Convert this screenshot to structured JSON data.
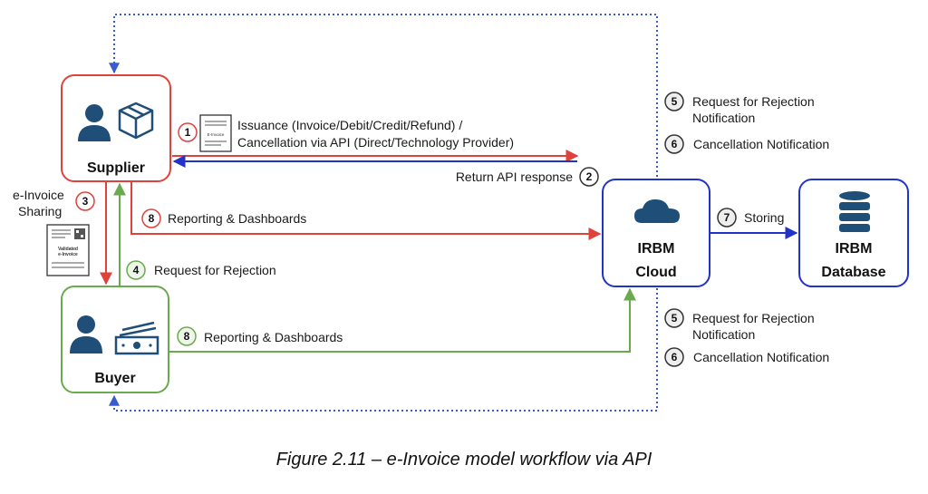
{
  "nodes": {
    "supplier": "Supplier",
    "buyer": "Buyer",
    "irbm_cloud": [
      "IRBM",
      "Cloud"
    ],
    "irbm_database": [
      "IRBM",
      "Database"
    ]
  },
  "steps": {
    "s1": {
      "num": "1",
      "text": [
        "Issuance (Invoice/Debit/Credit/Refund) /",
        "Cancellation via API (Direct/Technology Provider)"
      ]
    },
    "s2": {
      "num": "2",
      "text": "Return API response"
    },
    "s3": {
      "num": "3",
      "text": [
        "e-Invoice",
        "Sharing"
      ]
    },
    "s4": {
      "num": "4",
      "text": "Request for Rejection"
    },
    "s5_top": {
      "num": "5",
      "text": [
        "Request for Rejection",
        "Notification"
      ]
    },
    "s6_top": {
      "num": "6",
      "text": "Cancellation Notification"
    },
    "s7": {
      "num": "7",
      "text": "Storing"
    },
    "s8_supplier": {
      "num": "8",
      "text": "Reporting & Dashboards"
    },
    "s8_buyer": {
      "num": "8",
      "text": "Reporting & Dashboards"
    },
    "s5_bottom": {
      "num": "5",
      "text": [
        "Request for Rejection",
        "Notification"
      ]
    },
    "s6_bottom": {
      "num": "6",
      "text": "Cancellation Notification"
    }
  },
  "documents": {
    "einvoice_doc": "E-Invoice",
    "validated_doc": [
      "Validated",
      "e-Invoice"
    ]
  },
  "caption": "Figure 2.11 – e-Invoice model workflow via API",
  "colors": {
    "supplier": "#e0413a",
    "buyer": "#6aaa4e",
    "irbm": "#2233c8",
    "dotted": "#3a5bd0",
    "icon": "#1f4e79"
  }
}
